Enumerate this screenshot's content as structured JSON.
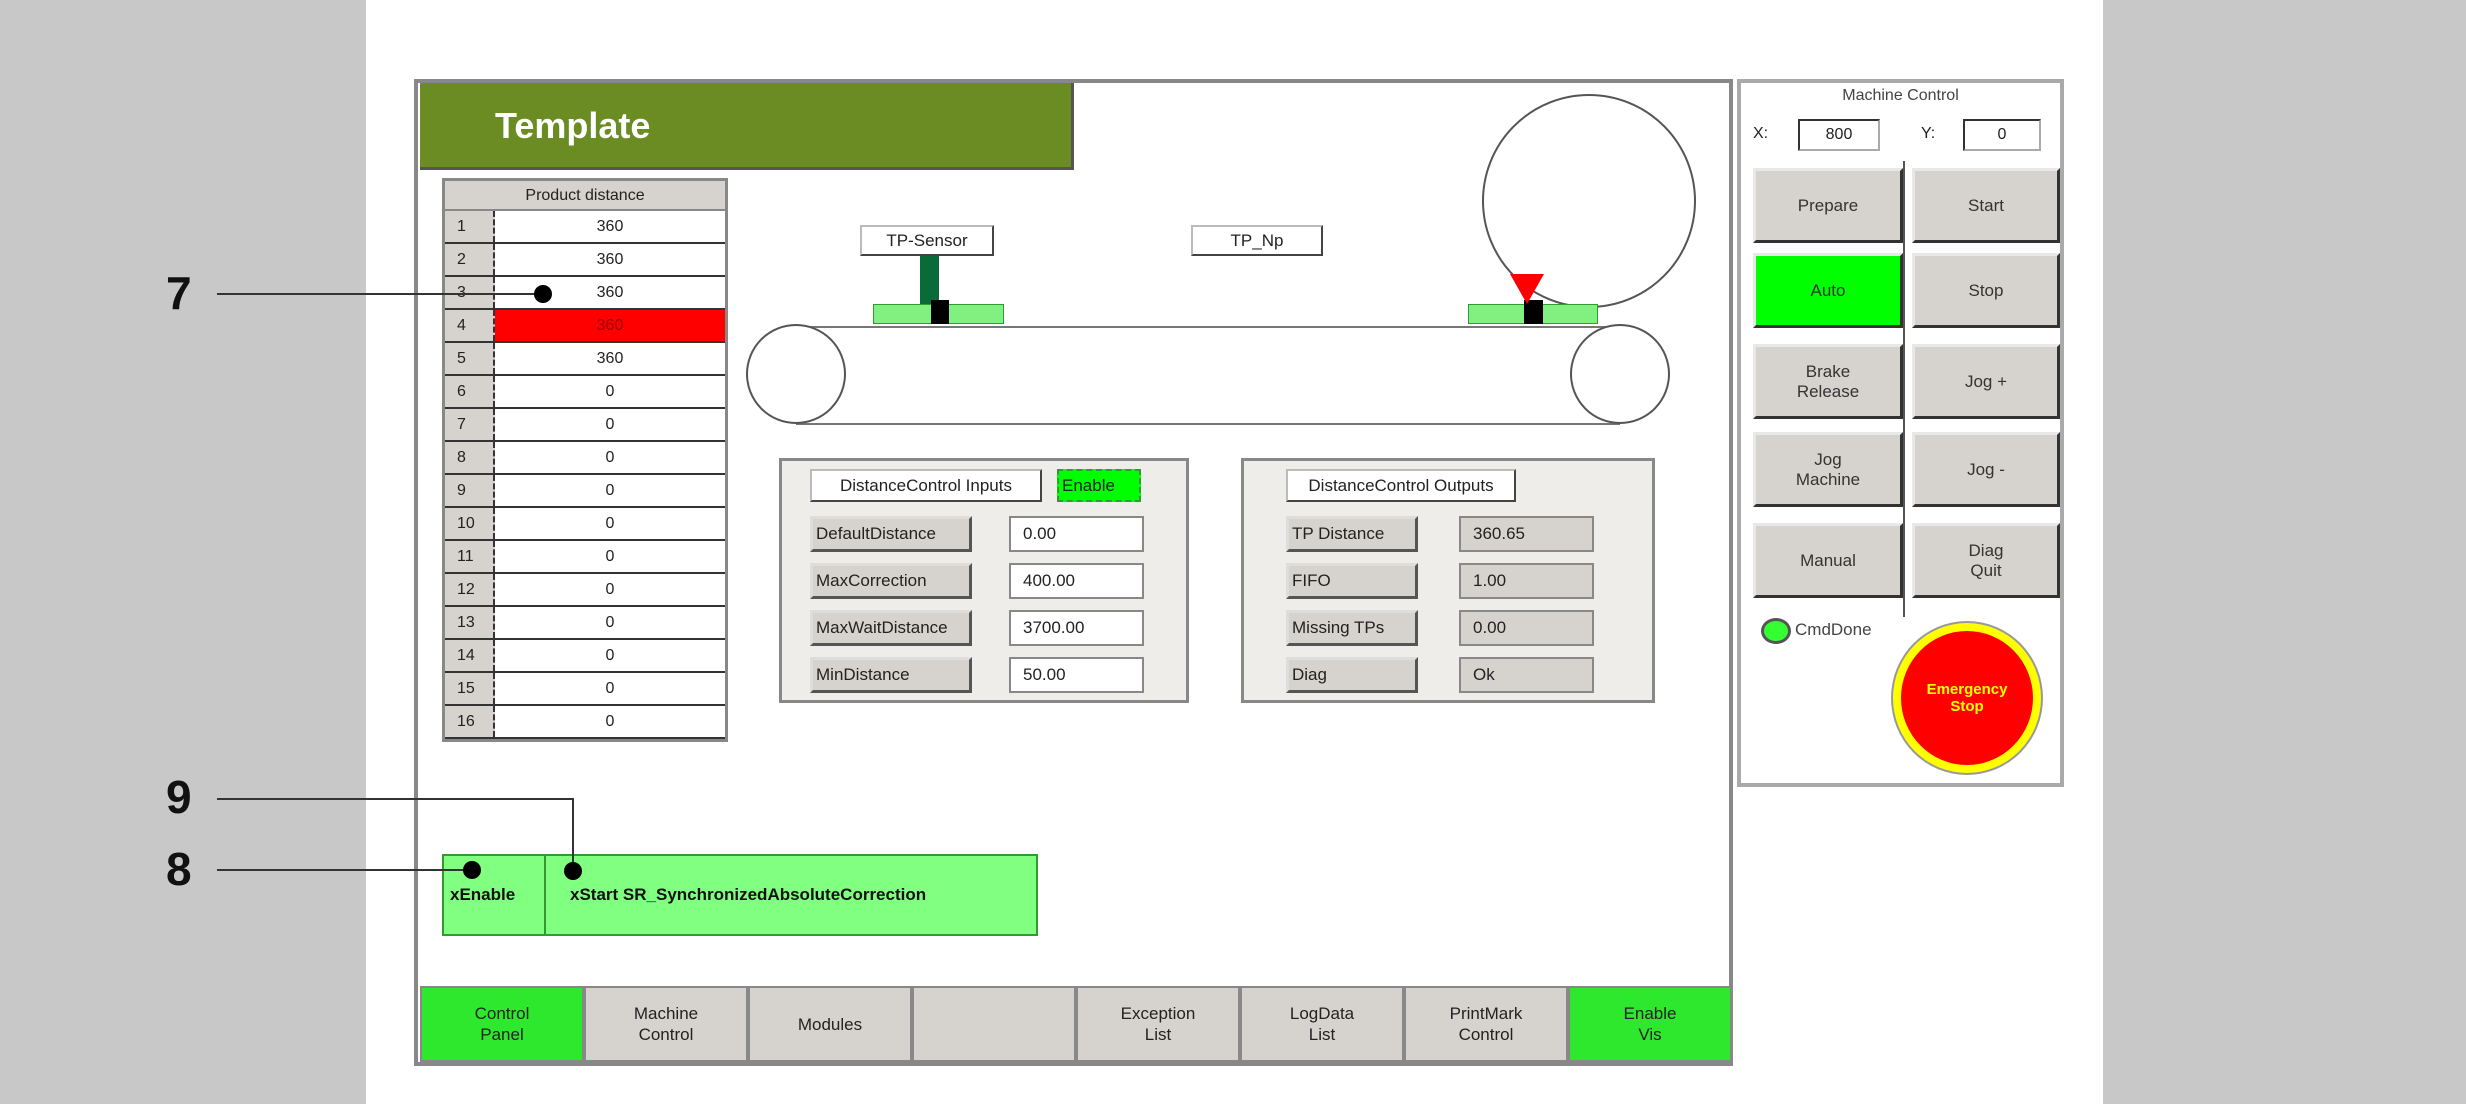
{
  "title": "Template",
  "product_distance": {
    "header": "Product distance",
    "rows": [
      {
        "n": "1",
        "v": "360"
      },
      {
        "n": "2",
        "v": "360"
      },
      {
        "n": "3",
        "v": "360"
      },
      {
        "n": "4",
        "v": "360",
        "highlight": true
      },
      {
        "n": "5",
        "v": "360"
      },
      {
        "n": "6",
        "v": "0"
      },
      {
        "n": "7",
        "v": "0"
      },
      {
        "n": "8",
        "v": "0"
      },
      {
        "n": "9",
        "v": "0"
      },
      {
        "n": "10",
        "v": "0"
      },
      {
        "n": "11",
        "v": "0"
      },
      {
        "n": "12",
        "v": "0"
      },
      {
        "n": "13",
        "v": "0"
      },
      {
        "n": "14",
        "v": "0"
      },
      {
        "n": "15",
        "v": "0"
      },
      {
        "n": "16",
        "v": "0"
      }
    ]
  },
  "conveyor": {
    "sensor_label": "TP-Sensor",
    "np_label": "TP_Np"
  },
  "inputs": {
    "title": "DistanceControl Inputs",
    "enable": "Enable",
    "rows": [
      {
        "label": "DefaultDistance",
        "value": "0.00"
      },
      {
        "label": "MaxCorrection",
        "value": "400.00"
      },
      {
        "label": "MaxWaitDistance",
        "value": "3700.00"
      },
      {
        "label": "MinDistance",
        "value": "50.00"
      }
    ]
  },
  "outputs": {
    "title": "DistanceControl Outputs",
    "rows": [
      {
        "label": "TP Distance",
        "value": "360.65"
      },
      {
        "label": "FIFO",
        "value": "1.00"
      },
      {
        "label": "Missing TPs",
        "value": "0.00"
      },
      {
        "label": "Diag",
        "value": "Ok"
      }
    ]
  },
  "status_bar": {
    "xenable": "xEnable",
    "xstart": "xStart SR_SynchronizedAbsoluteCorrection"
  },
  "machine_control": {
    "title": "Machine Control",
    "x_label": "X:",
    "x_value": "800",
    "y_label": "Y:",
    "y_value": "0",
    "buttons": [
      [
        "Prepare",
        "Start"
      ],
      [
        "Auto",
        "Stop"
      ],
      [
        "Brake\nRelease",
        "Jog +"
      ],
      [
        "Jog\nMachine",
        "Jog -"
      ],
      [
        "Manual",
        "Diag\nQuit"
      ]
    ],
    "active": "Auto",
    "cmd_done": "CmdDone",
    "emergency": "Emergency\nStop"
  },
  "nav": [
    "Control\nPanel",
    "Machine\nControl",
    "Modules",
    "",
    "Exception\nList",
    "LogData\nList",
    "PrintMark\nControl",
    "Enable\nVis"
  ],
  "nav_active": [
    "Control\nPanel",
    "Enable\nVis"
  ],
  "callouts": {
    "c7": "7",
    "c8": "8",
    "c9": "9"
  },
  "colors": {
    "title_bg": "#6a8c22",
    "active_green": "#00ff00",
    "highlight_red": "#ff0000",
    "emergency_red": "#ff0000",
    "emergency_ring": "#ffff00"
  }
}
